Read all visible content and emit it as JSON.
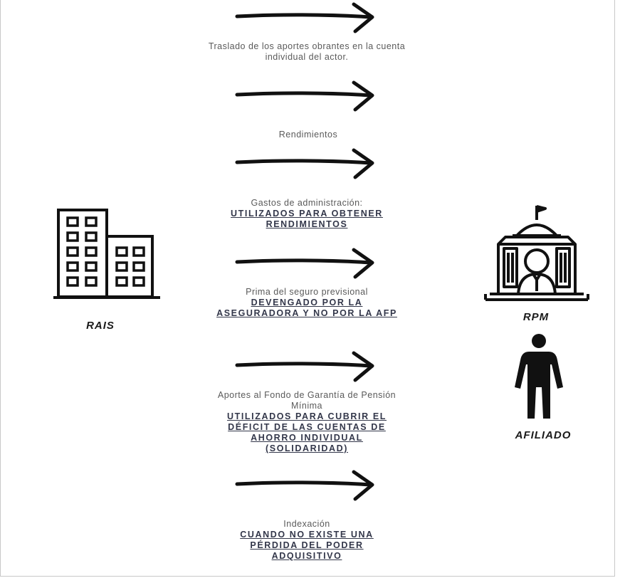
{
  "entities": {
    "rais": {
      "label": "RAIS",
      "icon": "office-buildings-icon"
    },
    "rpm": {
      "label": "RPM",
      "icon": "government-building-with-person-icon"
    },
    "afiliado": {
      "label": "AFILIADO",
      "icon": "standing-person-icon"
    }
  },
  "transfers": [
    {
      "title": "Traslado de los aportes obrantes en la cuenta individual del actor.",
      "note": ""
    },
    {
      "title": "Rendimientos",
      "note": ""
    },
    {
      "title": "Gastos de administración:",
      "note": "UTILIZADOS PARA OBTENER RENDIMIENTOS"
    },
    {
      "title": "Prima del seguro previsional",
      "note": "DEVENGADO POR LA ASEGURADORA Y NO POR LA AFP"
    },
    {
      "title": "Aportes al Fondo de Garantía de Pensión Mínima",
      "note": "UTILIZADOS PARA CUBRIR EL DÉFICIT DE LAS CUENTAS DE AHORRO INDIVIDUAL (SOLIDARIDAD)"
    },
    {
      "title": "Indexación",
      "note": "CUANDO NO EXISTE UNA PÉRDIDA DEL PODER ADQUISITIVO"
    }
  ]
}
